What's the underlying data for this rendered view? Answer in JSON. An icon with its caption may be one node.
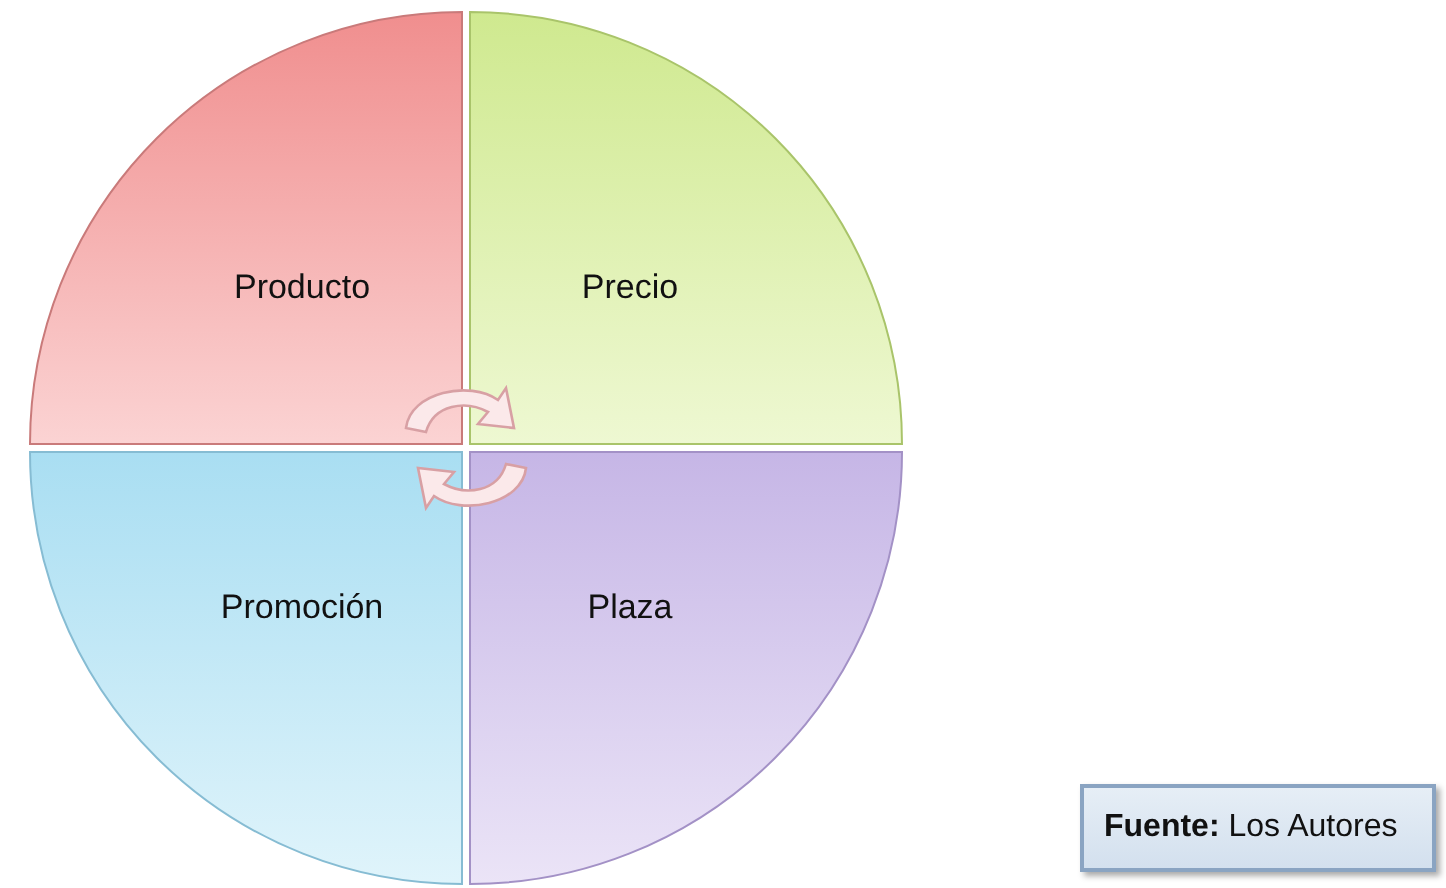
{
  "diagram": {
    "nodes": [
      {
        "text": [
          "Producto"
        ]
      },
      {
        "text": [
          "Precio"
        ]
      },
      {
        "text": [
          "Promoción"
        ]
      },
      {
        "text": [
          "Plaza"
        ]
      },
      {
        "text": [
          "**Fuente:** Los Autores"
        ]
      }
    ],
    "edges": []
  }
}
